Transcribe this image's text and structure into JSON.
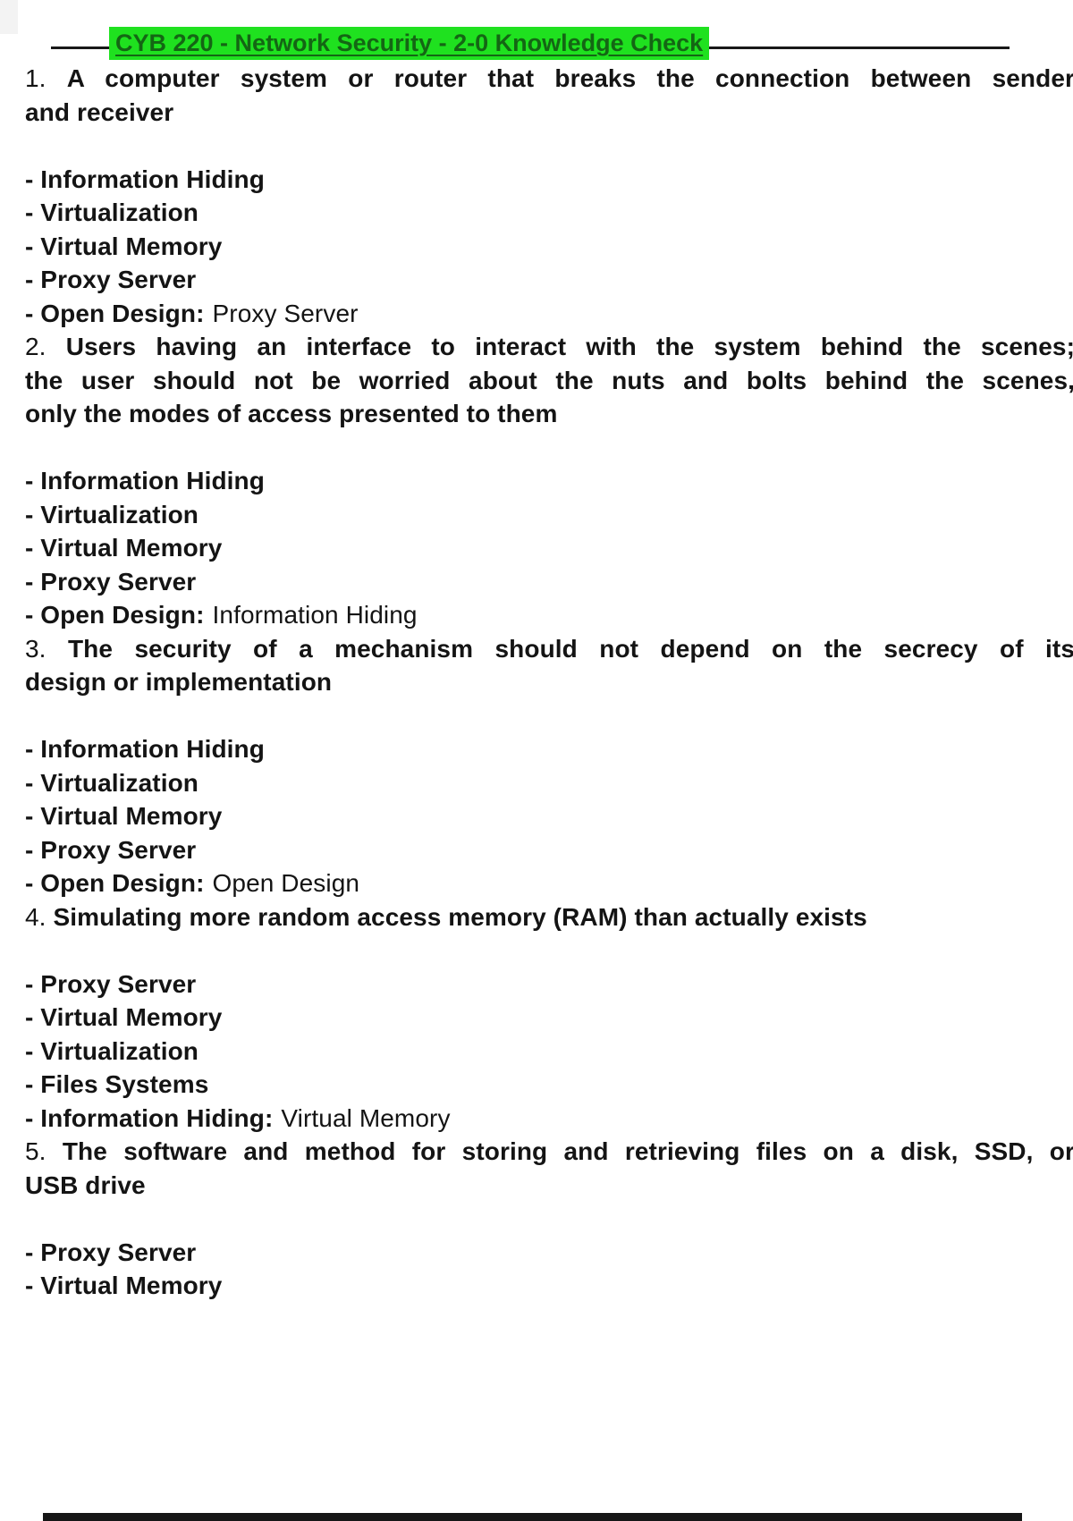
{
  "page": {
    "colors": {
      "highlight": "#1fe11f",
      "title_text": "#146614",
      "body_text": "#141414"
    }
  },
  "header": {
    "title": "CYB 220 - Network Security - 2-0 Knowledge Check"
  },
  "questions": [
    {
      "number": "1.",
      "lines": [
        "A computer system or router that breaks the connection between sender",
        "and receiver"
      ],
      "options": [
        "- Information Hiding",
        "- Virtualization",
        "- Virtual Memory",
        "- Proxy Server"
      ],
      "answer_label": "- Open Design:",
      "answer_value": "Proxy Server"
    },
    {
      "number": "2.",
      "lines": [
        "Users having an interface to interact with the system behind the scenes;",
        "the user should not be worried about the nuts and bolts behind the scenes,",
        "only the modes of access presented to them"
      ],
      "options": [
        "- Information Hiding",
        "- Virtualization",
        "- Virtual Memory",
        "- Proxy Server"
      ],
      "answer_label": "- Open Design:",
      "answer_value": "Information Hiding"
    },
    {
      "number": "3.",
      "lines": [
        "The security of a mechanism should not depend on the secrecy of its",
        "design or implementation"
      ],
      "options": [
        "- Information Hiding",
        "- Virtualization",
        "- Virtual Memory",
        "- Proxy Server"
      ],
      "answer_label": "- Open Design:",
      "answer_value": "Open Design"
    },
    {
      "number": "4.",
      "lines": [
        "Simulating more random access memory (RAM) than actually exists"
      ],
      "options": [
        "- Proxy Server",
        "- Virtual Memory",
        "- Virtualization",
        "- Files Systems"
      ],
      "answer_label": "- Information Hiding:",
      "answer_value": "Virtual Memory"
    },
    {
      "number": "5.",
      "lines": [
        "The software and method for storing and retrieving files on a disk, SSD, or",
        "USB drive"
      ],
      "options": [
        "- Proxy Server",
        "- Virtual Memory"
      ]
    }
  ]
}
